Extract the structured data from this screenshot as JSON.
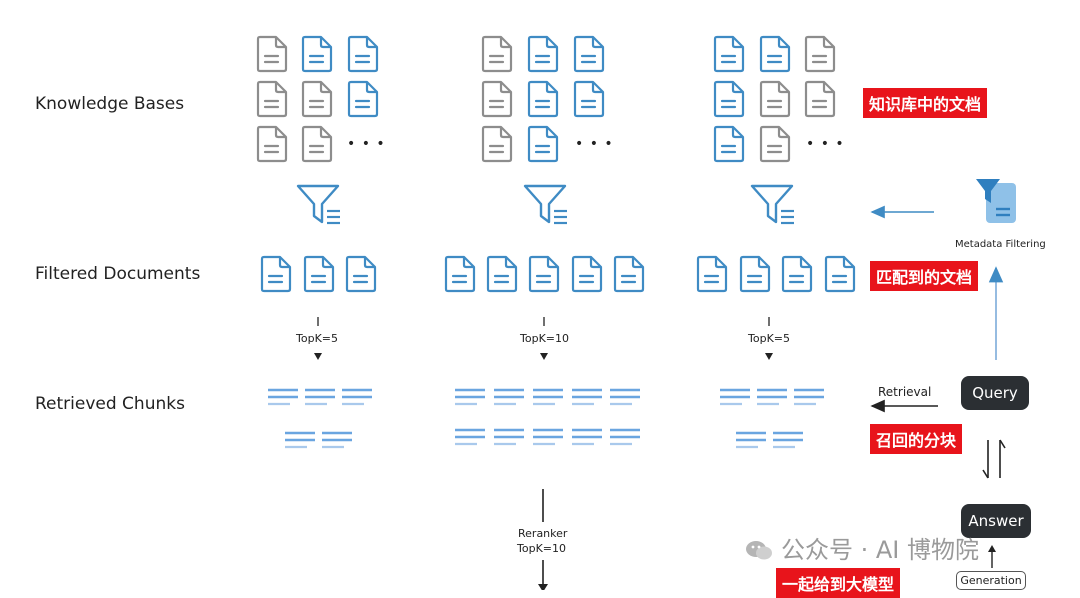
{
  "rows": {
    "knowledge_bases": "Knowledge Bases",
    "filtered_documents": "Filtered Documents",
    "retrieved_chunks": "Retrieved Chunks"
  },
  "tags": {
    "kb_docs": "知识库中的文档",
    "matched_docs": "匹配到的文档",
    "recalled_chunks": "召回的分块",
    "to_llm": "一起给到大模型"
  },
  "topk": [
    "TopK=5",
    "TopK=10",
    "TopK=5"
  ],
  "reranker": {
    "line1": "Reranker",
    "line2": "TopK=10"
  },
  "metadata_filtering": "Metadata Filtering",
  "retrieval": "Retrieval",
  "query": "Query",
  "answer": "Answer",
  "generation": "Generation",
  "watermark": "公众号 · AI 博物院",
  "ellipsis": "• • •",
  "colors": {
    "blue": "#3f8bc4",
    "gray": "#8d8d8d",
    "red": "#e8141b",
    "dark": "#2b2f33",
    "chunk": "#6aa5e0"
  }
}
